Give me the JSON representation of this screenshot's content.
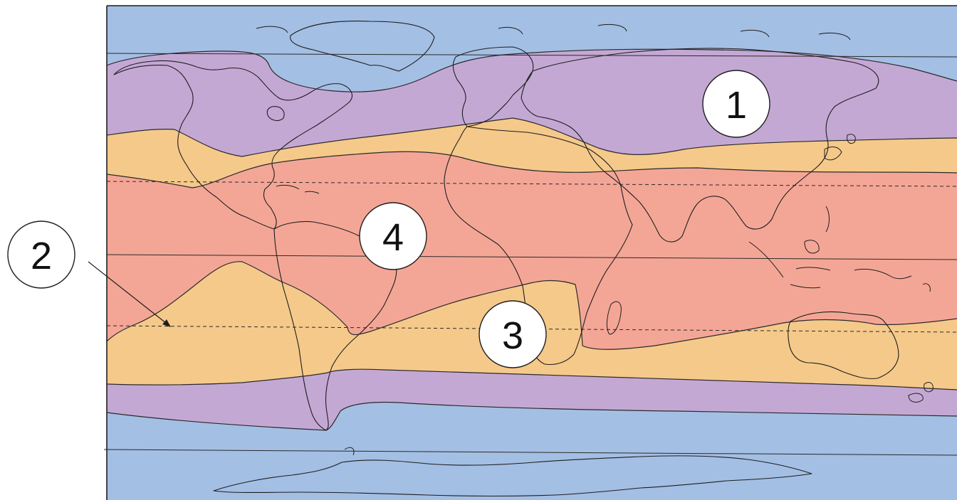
{
  "colors": {
    "polar": "#a4bfe4",
    "temperate": "#c4a8d4",
    "subtropical": "#f5c98a",
    "tropical": "#f4a696",
    "lines": "#2a2a2a",
    "frame": "#1e1e1e"
  },
  "markers": [
    {
      "id": "marker-1",
      "label": "1"
    },
    {
      "id": "marker-2",
      "label": "2"
    },
    {
      "id": "marker-3",
      "label": "3"
    },
    {
      "id": "marker-4",
      "label": "4"
    }
  ]
}
